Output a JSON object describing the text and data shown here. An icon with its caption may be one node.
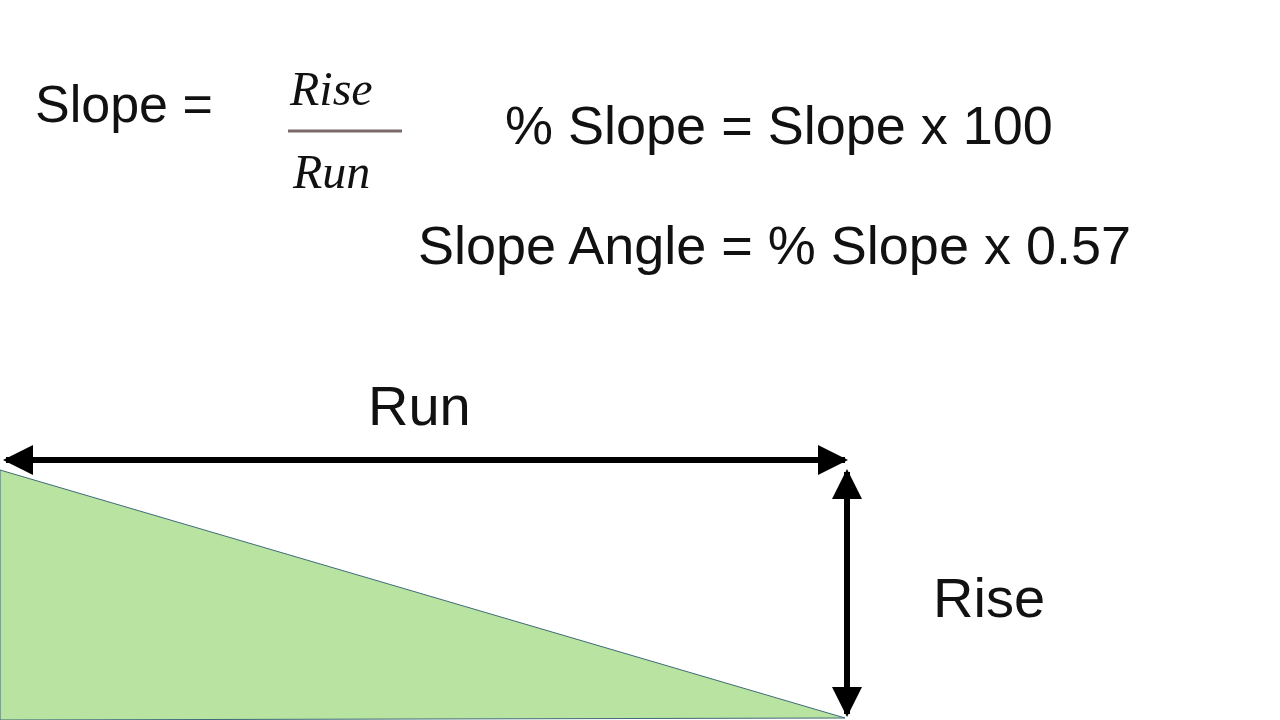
{
  "diagram": {
    "labels": [
      "Slope =",
      "Rise",
      "Run",
      "% Slope = Slope x 100",
      "Slope Angle = % Slope x 0.57",
      "Run",
      "Rise"
    ]
  }
}
